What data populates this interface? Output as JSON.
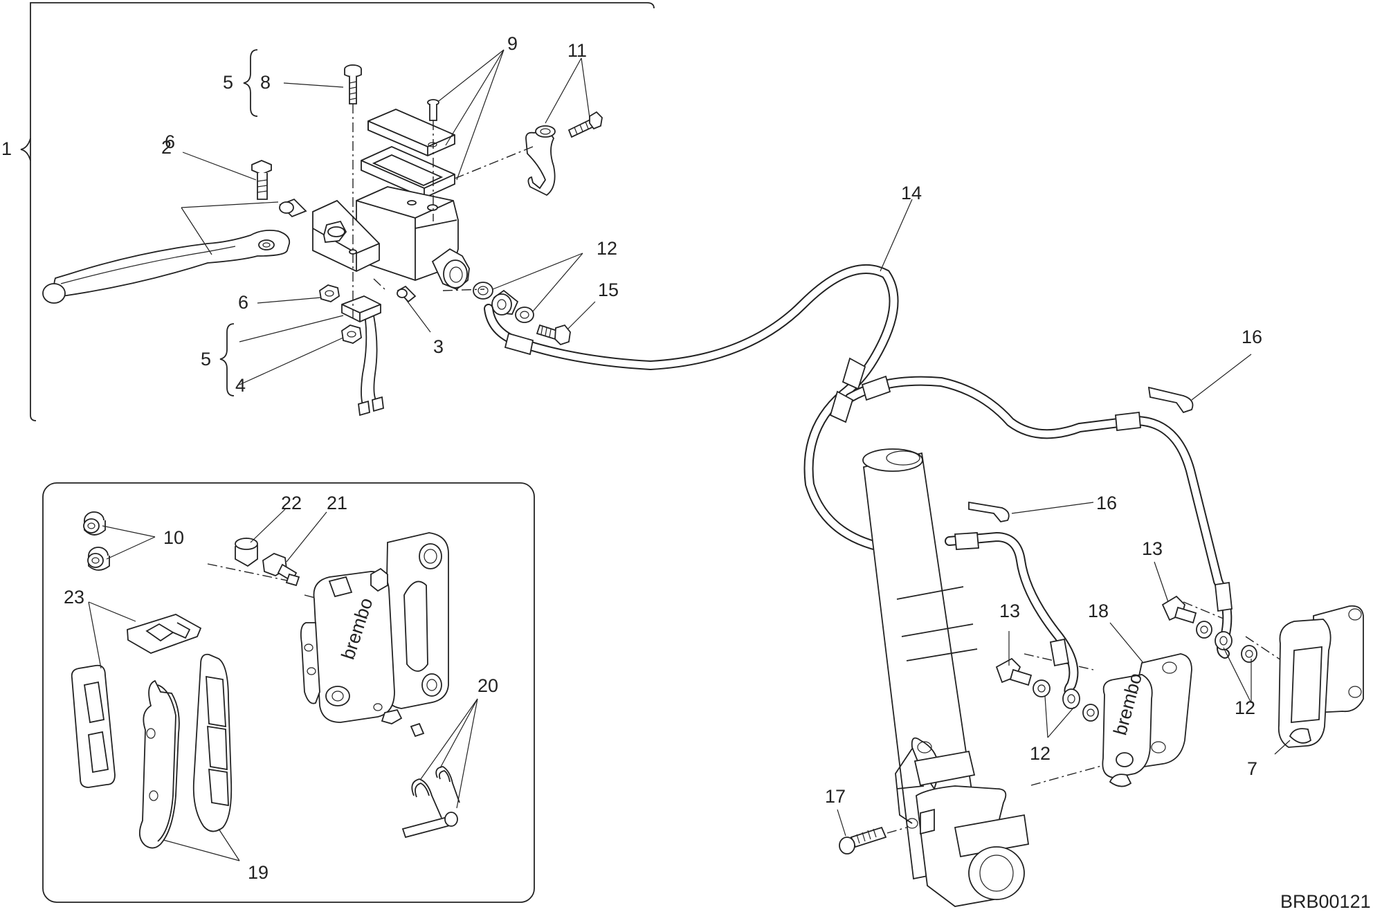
{
  "reference_code": "BRB00121",
  "callouts": {
    "c1": "1",
    "c2": "2",
    "c3": "3",
    "c4": "4",
    "c5a": "5",
    "c5b": "5",
    "c6a": "6",
    "c6b": "6",
    "c7": "7",
    "c8": "8",
    "c9": "9",
    "c10": "10",
    "c11": "11",
    "c12a": "12",
    "c12b": "12",
    "c12c": "12",
    "c13a": "13",
    "c13b": "13",
    "c14": "14",
    "c15": "15",
    "c16a": "16",
    "c16b": "16",
    "c17": "17",
    "c18": "18",
    "c19": "19",
    "c20": "20",
    "c21": "21",
    "c22": "22",
    "c23": "23"
  },
  "caliper_brand": "brembo"
}
